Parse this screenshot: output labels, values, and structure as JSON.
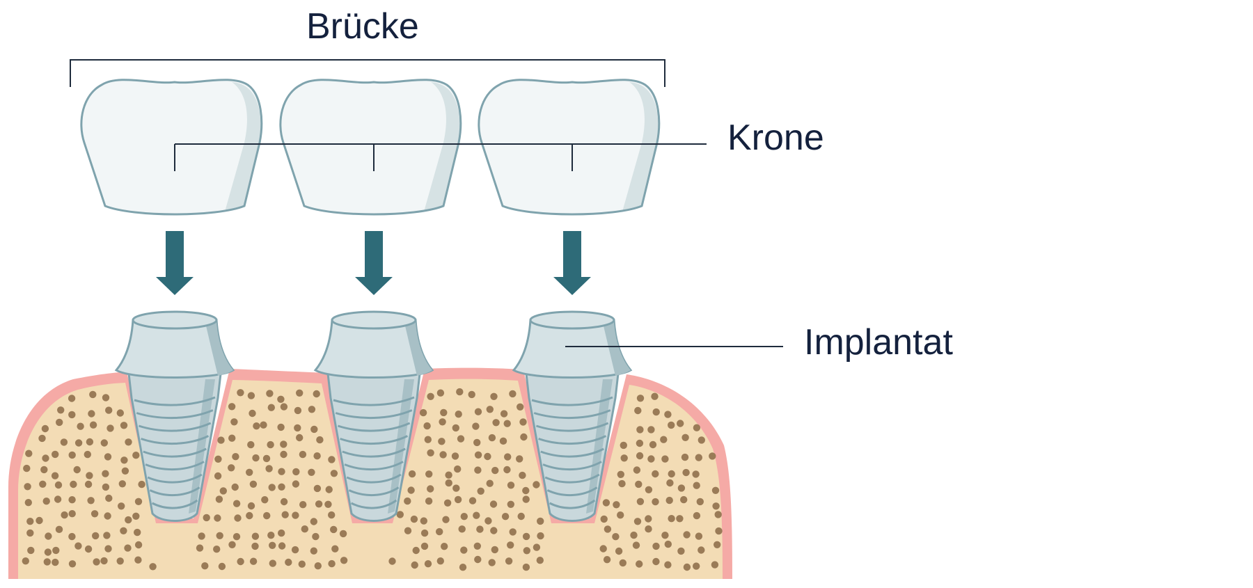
{
  "labels": {
    "bridge": "Brücke",
    "crown": "Krone",
    "implant": "Implantat"
  },
  "colors": {
    "text": "#14213d",
    "leader_line": "#1e2b3c",
    "crown_fill": "#f2f6f7",
    "crown_shade": "#d6e2e4",
    "crown_stroke": "#7fa3ad",
    "arrow": "#2e6b78",
    "abutment_fill": "#d5e2e5",
    "abutment_shade": "#a8c0c6",
    "screw_fill": "#c9d8dc",
    "gum": "#f5aaa6",
    "bone": "#f3dcb5",
    "bone_dots": "#9a7b57"
  },
  "icons": {
    "crown": "tooth-crown-icon",
    "arrow": "down-arrow-icon",
    "implant": "dental-implant-icon"
  },
  "units": [
    "left",
    "middle",
    "right"
  ]
}
